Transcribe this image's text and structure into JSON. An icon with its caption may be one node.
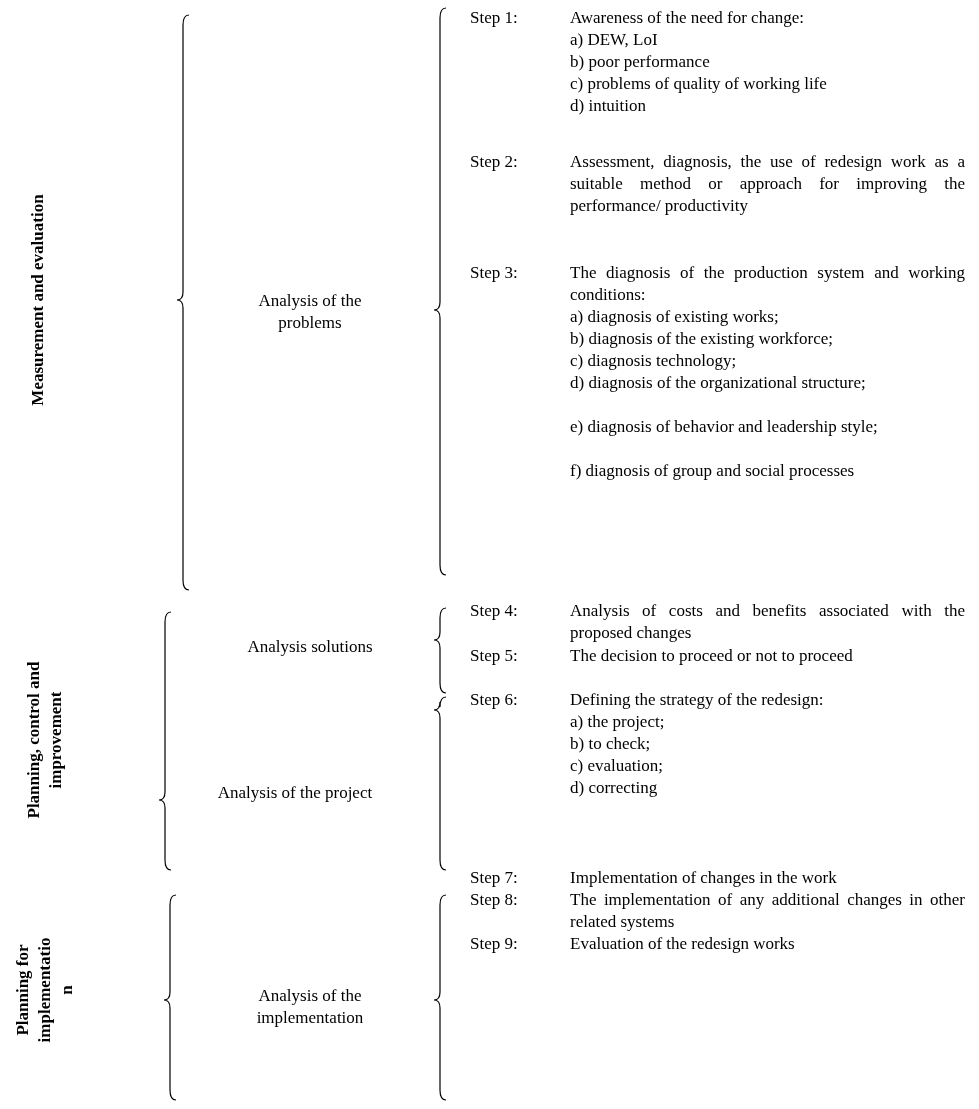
{
  "diagram": {
    "labels": [
      "Measurement and evaluation",
      "Analysis of the problems",
      "Step 1:",
      "Awareness of the need for change:",
      "a) DEW, LoI",
      "b) poor performance",
      "c) problems of quality of working life",
      "d) intuition",
      "Step 2:",
      "Assessment, diagnosis, the use of redesign work as a suitable method or approach for improving the performance/ productivity",
      "Step 3:",
      "The diagnosis of the production system and working conditions:",
      "a) diagnosis of existing works;",
      "b) diagnosis of the existing workforce;",
      "c) diagnosis technology;",
      "d) diagnosis of the organizational structure;",
      "e) diagnosis of behavior and leadership style;",
      "f) diagnosis of group and social processes",
      "Planning, control and improvement",
      "Analysis solutions",
      "Step 4:",
      "Analysis of costs and benefits associated with the proposed changes",
      "Step 5:",
      "The decision to proceed or not to proceed",
      "Analysis of the project",
      "Step 6:",
      "Defining the strategy of the redesign:",
      "a) the project;",
      "b) to check;",
      "c) evaluation;",
      "d) correcting",
      "Planning for implementation",
      "Analysis of the implementation",
      "Step 7:",
      "Implementation of changes in the work",
      "Step 8:",
      "The implementation of any additional changes in other related systems",
      "Step 9:",
      "Evaluation of the redesign works"
    ]
  }
}
